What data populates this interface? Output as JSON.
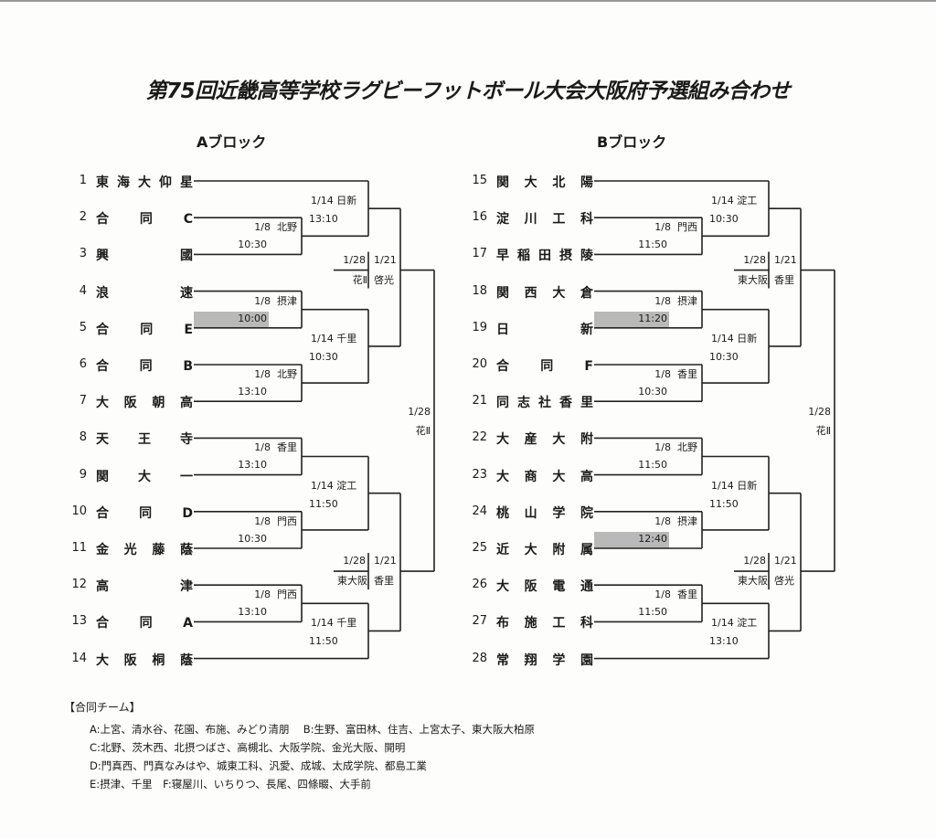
{
  "title": "第75回近畿高等学校ラグビーフットボール大会大阪府予選組み合わせ",
  "blocks": [
    {
      "name": "Aブロック",
      "teams": [
        {
          "no": "1",
          "name": "東海大仰星"
        },
        {
          "no": "2",
          "name": "合同C"
        },
        {
          "no": "3",
          "name": "興國"
        },
        {
          "no": "4",
          "name": "浪速"
        },
        {
          "no": "5",
          "name": "合同E"
        },
        {
          "no": "6",
          "name": "合同B"
        },
        {
          "no": "7",
          "name": "大阪朝高"
        },
        {
          "no": "8",
          "name": "天王寺"
        },
        {
          "no": "9",
          "name": "関大一"
        },
        {
          "no": "10",
          "name": "合同D"
        },
        {
          "no": "11",
          "name": "金光藤蔭"
        },
        {
          "no": "12",
          "name": "高津"
        },
        {
          "no": "13",
          "name": "合同A"
        },
        {
          "no": "14",
          "name": "大阪桐蔭"
        }
      ],
      "matches": [
        {
          "date": "1/8",
          "venue": "北野",
          "time": "10:30"
        },
        {
          "date": "1/8",
          "venue": "摂津",
          "time": "10:00",
          "highlight": true
        },
        {
          "date": "1/8",
          "venue": "北野",
          "time": "13:10"
        },
        {
          "date": "1/8",
          "venue": "香里",
          "time": "13:10"
        },
        {
          "date": "1/8",
          "venue": "門西",
          "time": "10:30"
        },
        {
          "date": "1/8",
          "venue": "門西",
          "time": "13:10"
        },
        {
          "date": "1/14",
          "venue": "日新",
          "time": "13:10"
        },
        {
          "date": "1/14",
          "venue": "千里",
          "time": "10:30"
        },
        {
          "date": "1/14",
          "venue": "淀工",
          "time": "11:50"
        },
        {
          "date": "1/14",
          "venue": "千里",
          "time": "11:50"
        },
        {
          "date": "1/21",
          "venue": "啓光",
          "alt_date": "1/28",
          "alt_venue": "花Ⅱ"
        },
        {
          "date": "1/21",
          "venue": "香里",
          "alt_date": "1/28",
          "alt_venue": "東大阪"
        },
        {
          "date": "1/28",
          "venue": "花Ⅱ"
        }
      ]
    },
    {
      "name": "Bブロック",
      "teams": [
        {
          "no": "15",
          "name": "関大北陽"
        },
        {
          "no": "16",
          "name": "淀川工科"
        },
        {
          "no": "17",
          "name": "早稲田摂陵"
        },
        {
          "no": "18",
          "name": "関西大倉"
        },
        {
          "no": "19",
          "name": "日新"
        },
        {
          "no": "20",
          "name": "合同F"
        },
        {
          "no": "21",
          "name": "同志社香里"
        },
        {
          "no": "22",
          "name": "大産大附"
        },
        {
          "no": "23",
          "name": "大商大高"
        },
        {
          "no": "24",
          "name": "桃山学院"
        },
        {
          "no": "25",
          "name": "近大附属"
        },
        {
          "no": "26",
          "name": "大阪電通"
        },
        {
          "no": "27",
          "name": "布施工科"
        },
        {
          "no": "28",
          "name": "常翔学園"
        }
      ],
      "matches": [
        {
          "date": "1/8",
          "venue": "門西",
          "time": "11:50"
        },
        {
          "date": "1/8",
          "venue": "摂津",
          "time": "11:20",
          "highlight": true
        },
        {
          "date": "1/8",
          "venue": "香里",
          "time": "10:30"
        },
        {
          "date": "1/8",
          "venue": "北野",
          "time": "11:50"
        },
        {
          "date": "1/8",
          "venue": "摂津",
          "time": "12:40",
          "highlight": true
        },
        {
          "date": "1/8",
          "venue": "香里",
          "time": "11:50"
        },
        {
          "date": "1/14",
          "venue": "淀工",
          "time": "10:30"
        },
        {
          "date": "1/14",
          "venue": "日新",
          "time": "10:30"
        },
        {
          "date": "1/14",
          "venue": "日新",
          "time": "11:50"
        },
        {
          "date": "1/14",
          "venue": "淀工",
          "time": "13:10"
        },
        {
          "date": "1/21",
          "venue": "香里",
          "alt_date": "1/28",
          "alt_venue": "東大阪"
        },
        {
          "date": "1/21",
          "venue": "啓光",
          "alt_date": "1/28",
          "alt_venue": "東大阪"
        },
        {
          "date": "1/28",
          "venue": "花Ⅱ"
        }
      ]
    }
  ],
  "joint_teams": {
    "heading": "【合同チーム】",
    "lines": [
      "A:上宮、清水谷、花園、布施、みどり清朋　 B:生野、富田林、住吉、上宮太子、東大阪大柏原",
      "C:北野、茨木西、北摂つばさ、高槻北、大阪学院、金光大阪、開明",
      "D:門真西、門真なみはや、城東工科、汎愛、成城、太成学院、都島工業",
      "E:摂津、千里　F:寝屋川、いちりつ、長尾、四條畷、大手前"
    ]
  }
}
